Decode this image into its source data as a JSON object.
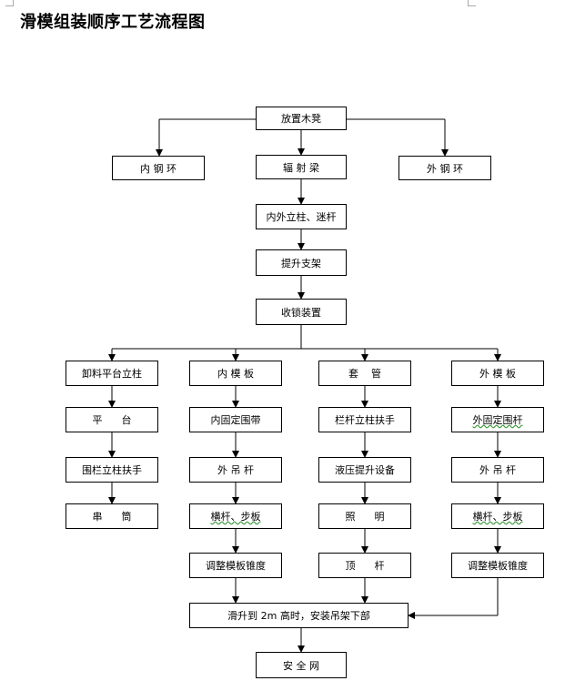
{
  "title": "滑模组装顺序工艺流程图",
  "nodes": {
    "n_mudeng": "放置木凳",
    "n_neigangh": "内 钢 环",
    "n_fushe": "辐 射 梁",
    "n_waigangh": "外 钢 环",
    "n_lizhu": "内外立柱、迷杆",
    "n_tisheng": "提升支架",
    "n_shousuo": "收锁装置",
    "n_xieliao": "卸料平台立柱",
    "n_neimo": "内 模 板",
    "n_taoguan": "套    管",
    "n_waimo": "外 模 板",
    "n_pingtai": "平      台",
    "n_neiwei": "内固定围带",
    "n_langan": "栏杆立柱扶手",
    "n_waiwei": "外固定围杆",
    "n_weilan": "围栏立柱扶手",
    "n_waidiao1": "外 吊 杆",
    "n_yeya": "液压提升设备",
    "n_waidiao2": "外 吊 杆",
    "n_chuan": "串      筒",
    "n_henggan1": "横杆、步板",
    "n_zhaoming": "照      明",
    "n_henggan2": "横杆、步板",
    "n_tiaozheng1": "调整模板锥度",
    "n_dinggan": "顶      杆",
    "n_tiaozheng2": "调整模板锥度",
    "n_huasheng": "滑升到 2m 高时，安装吊架下部",
    "n_anquan": "安 全 网"
  }
}
